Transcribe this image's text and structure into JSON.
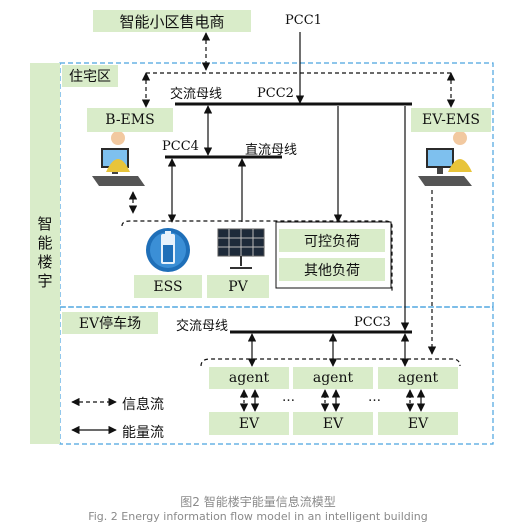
{
  "retailer": "智能小区售电商",
  "pcc1": "PCC1",
  "pcc2": "PCC2",
  "pcc3": "PCC3",
  "pcc4": "PCC4",
  "building": "智能楼宇",
  "residential": "住宅区",
  "ev_parking": "EV停车场",
  "ac_bus": "交流母线",
  "dc_bus": "直流母线",
  "bems": "B-EMS",
  "evems": "EV-EMS",
  "ess": "ESS",
  "pv": "PV",
  "controllable_load": "可控负荷",
  "other_load": "其他负荷",
  "agents": [
    "agent",
    "agent",
    "agent"
  ],
  "evs": [
    "EV",
    "EV",
    "EV"
  ],
  "ellipsis": "…",
  "legend": {
    "info": "信息流",
    "energy": "能量流"
  },
  "caption_cn": "图2 智能楼宇能量信息流模型",
  "caption_en": "Fig. 2 Energy information flow model in an intelligent building",
  "colors": {
    "box_fill": "#d9ecc9",
    "zone_border": "#4aa3df",
    "line": "#111111"
  }
}
